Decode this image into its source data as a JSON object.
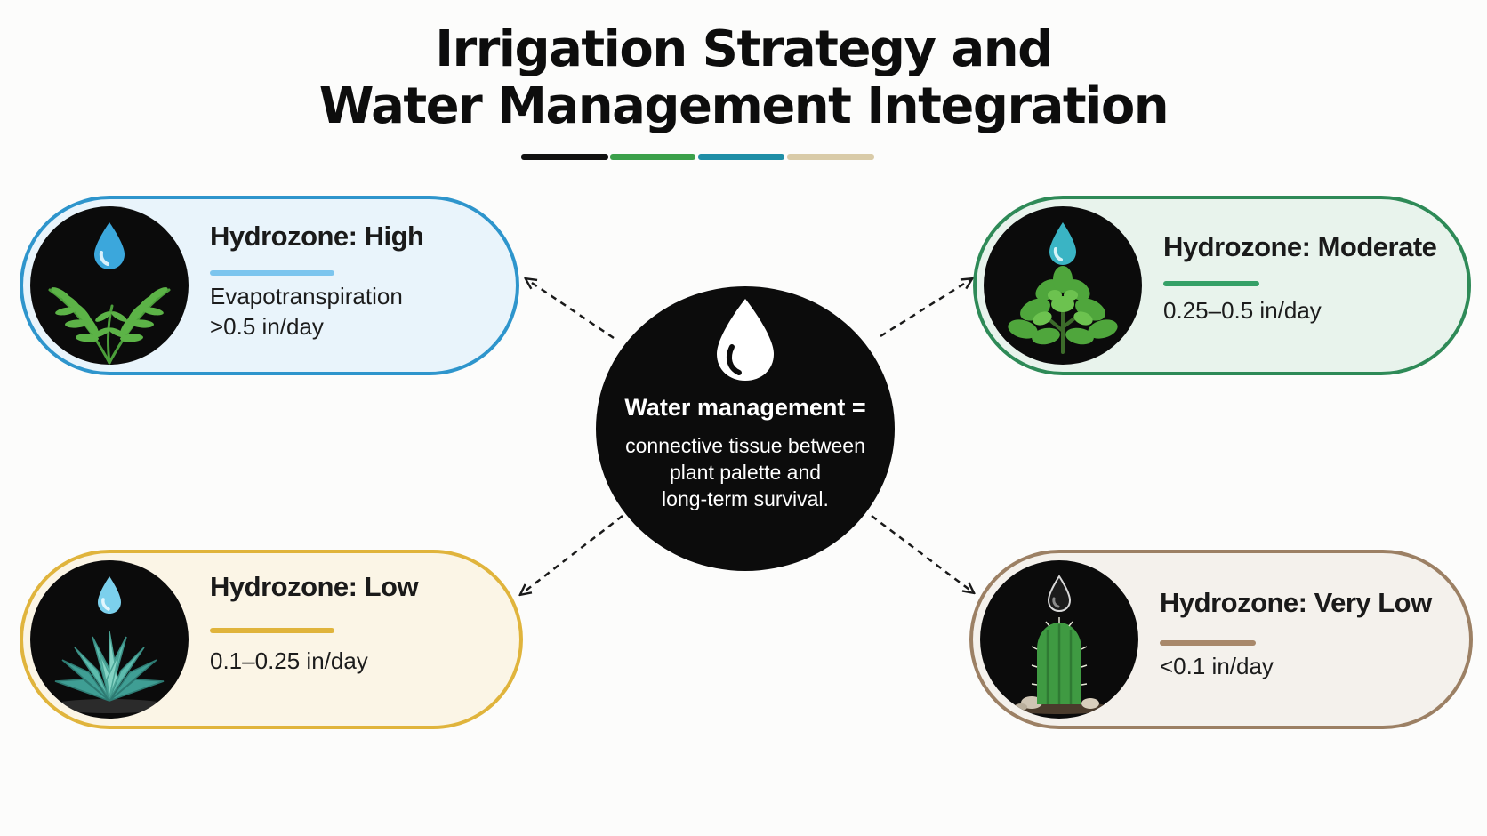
{
  "title": {
    "line1": "Irrigation Strategy and",
    "line2": "Water Management Integration",
    "bar_colors": [
      "#111111",
      "#3ba04a",
      "#1f8ea6",
      "#d9cba8"
    ]
  },
  "hub": {
    "heading": "Water management =",
    "lines": [
      "connective tissue between",
      "plant palette and",
      "long-term survival."
    ],
    "icon": "water-drop-icon",
    "color": "#0c0c0c"
  },
  "cards": {
    "high": {
      "title": "Hydrozone: High",
      "line1": "Evapotranspiration",
      "line2": ">0.5 in/day",
      "border_color": "#2e95cc",
      "fill_color": "#e9f4fb",
      "bar_color": "#7cc5ee",
      "icon": "fern-icon"
    },
    "moderate": {
      "title": "Hydrozone: Moderate",
      "line1": "0.25–0.5 in/day",
      "border_color": "#2e8a57",
      "fill_color": "#e8f3ec",
      "bar_color": "#35a067",
      "icon": "shrub-icon"
    },
    "low": {
      "title": "Hydrozone: Low",
      "line1": "0.1–0.25 in/day",
      "border_color": "#e0b43c",
      "fill_color": "#fbf5e6",
      "bar_color": "#e0b43c",
      "icon": "succulent-icon"
    },
    "very_low": {
      "title": "Hydrozone: Very Low",
      "line1": "<0.1 in/day",
      "border_color": "#9c8064",
      "fill_color": "#f4f1ec",
      "bar_color": "#a8886a",
      "icon": "cactus-icon"
    }
  }
}
